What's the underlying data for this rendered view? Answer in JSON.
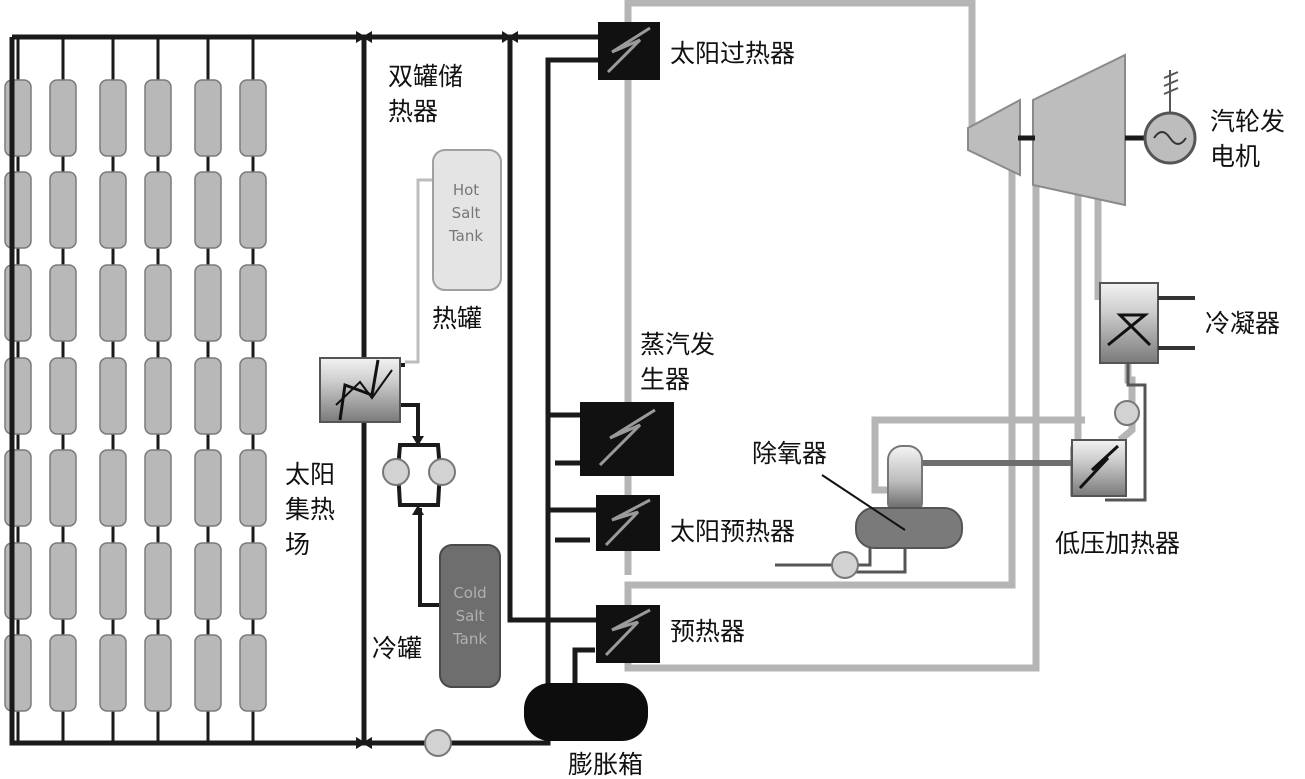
{
  "labels": {
    "solar_field": [
      "太阳",
      "集热",
      "场"
    ],
    "dual_tank_storage": [
      "双罐储",
      "热器"
    ],
    "hot_tank_cn": "热罐",
    "cold_tank_cn": "冷罐",
    "hot_tank_en": [
      "Hot",
      "Salt",
      "Tank"
    ],
    "cold_tank_en": [
      "Cold",
      "Salt",
      "Tank"
    ],
    "solar_superheater": "太阳过热器",
    "steam_generator": [
      "蒸汽发",
      "生器"
    ],
    "solar_preheater": "太阳预热器",
    "preheater": "预热器",
    "expansion_tank": "膨胀箱",
    "generator": [
      "汽轮发",
      "电机"
    ],
    "condenser": "冷凝器",
    "deaerator": "除氧器",
    "lp_heater": "低压加热器"
  },
  "colors": {
    "dark_pipe": "#1a1a1a",
    "light_pipe": "#b5b5b5",
    "collector": "#b8b8b8",
    "hex_box": "#111111",
    "hot_tank": "#e4e4e4",
    "cold_tank": "#6e6e6e",
    "pump": "#d2d2d2",
    "turbine": "#bdbdbd",
    "expansion": "#0d0d0d"
  }
}
